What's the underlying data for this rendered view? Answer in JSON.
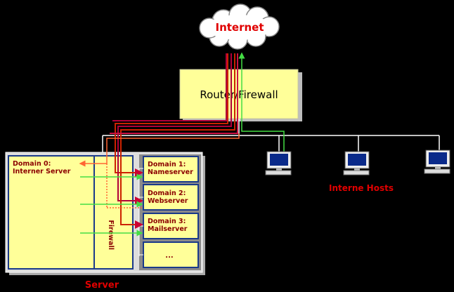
{
  "cloud": {
    "label": "Internet"
  },
  "router": {
    "label": "Router/Firewall"
  },
  "server": {
    "label": "Server",
    "dom0": {
      "line1": "Domain 0:",
      "line2": "Interner Server"
    },
    "firewall_label": "Firewall",
    "domains": [
      {
        "line1": "Domain 1:",
        "line2": "Nameserver"
      },
      {
        "line1": "Domain 2:",
        "line2": "Webserver"
      },
      {
        "line1": "Domain 3:",
        "line2": "Mailserver"
      },
      {
        "line1": "...",
        "line2": ""
      }
    ]
  },
  "hosts": {
    "label": "Interne Hosts",
    "count": 3
  },
  "colors": {
    "box_fill": "#ffff99",
    "text_red": "#e00000",
    "text_darkred": "#8b0000",
    "line_red": "#cc2200",
    "line_crimson": "#b0003a",
    "line_orange": "#ff6633",
    "line_green": "#44dd44",
    "line_white": "#ffffff",
    "blue_border": "#1a3a8a"
  }
}
